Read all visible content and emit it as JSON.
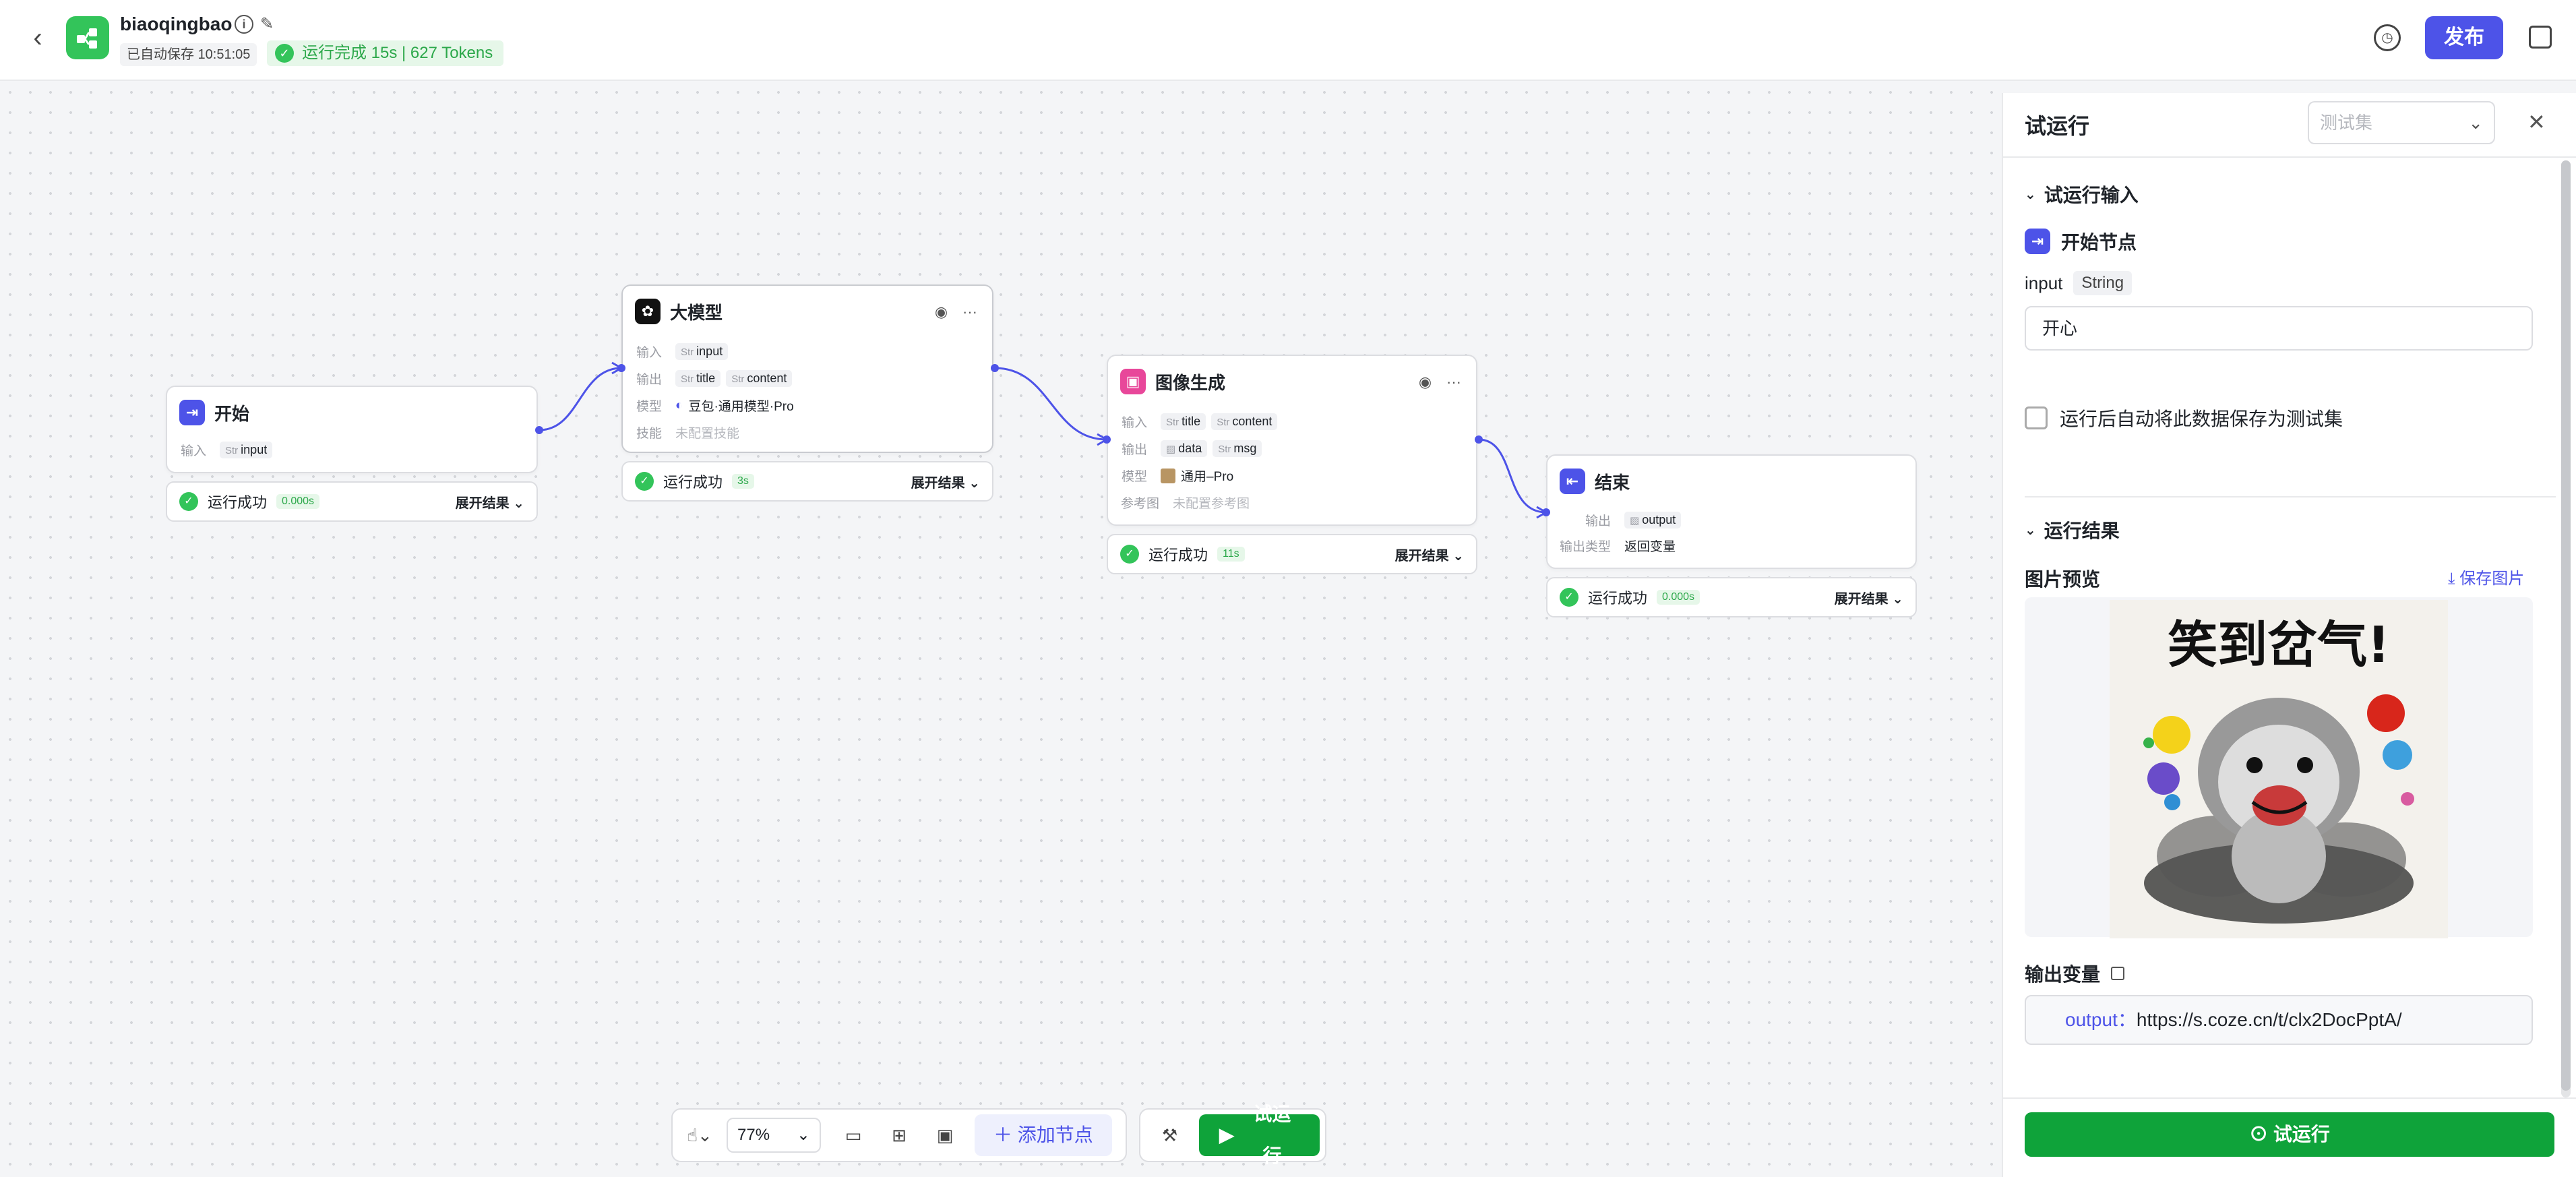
{
  "header": {
    "app_name": "biaoqingbao",
    "autosave": "已自动保存 10:51:05",
    "run_status": "运行完成 15s | 627 Tokens",
    "publish_label": "发布"
  },
  "nodes": {
    "start": {
      "title": "开始",
      "input_label": "输入",
      "input_type": "Str",
      "input_value": "input"
    },
    "llm": {
      "title": "大模型",
      "input_label": "输入",
      "input_value": "input",
      "output_label": "输出",
      "output_1": "title",
      "output_2": "content",
      "model_label": "模型",
      "model_value": "豆包·通用模型·Pro",
      "skill_label": "技能",
      "skill_value": "未配置技能",
      "type": "Str"
    },
    "image": {
      "title": "图像生成",
      "input_label": "输入",
      "input_1": "title",
      "input_2": "content",
      "output_label": "输出",
      "output_1": "data",
      "output_2": "msg",
      "model_label": "模型",
      "model_value": "通用–Pro",
      "ref_label": "参考图",
      "ref_value": "未配置参考图",
      "type": "Str"
    },
    "end": {
      "title": "结束",
      "output_label": "输出",
      "output_value": "output",
      "output_type_label": "输出类型",
      "output_type_value": "返回变量"
    }
  },
  "status": {
    "start": {
      "text": "运行成功",
      "time": "0.000s",
      "expand": "展开结果"
    },
    "llm": {
      "text": "运行成功",
      "time": "3s",
      "expand": "展开结果"
    },
    "image": {
      "text": "运行成功",
      "time": "11s",
      "expand": "展开结果"
    },
    "end": {
      "text": "运行成功",
      "time": "0.000s",
      "expand": "展开结果"
    }
  },
  "toolbar": {
    "zoom": "77%",
    "add_node": "添加节点",
    "try_run": "试运行"
  },
  "panel": {
    "title": "试运行",
    "testset_placeholder": "测试集",
    "input_section": "试运行输入",
    "start_node": "开始节点",
    "input_name": "input",
    "input_type": "String",
    "input_value": "开心",
    "auto_save_label": "运行后自动将此数据保存为测试集",
    "result_section": "运行结果",
    "preview_label": "图片预览",
    "save_image": "保存图片",
    "image_caption": "笑到岔气!",
    "output_var_label": "输出变量",
    "output_key": "output",
    "output_value": "https://s.coze.cn/t/clx2DocPptA/",
    "try_button": "试运行"
  },
  "colors": {
    "accent": "#4d53e8",
    "success": "#33c45a",
    "run_button": "#0fa33a"
  }
}
